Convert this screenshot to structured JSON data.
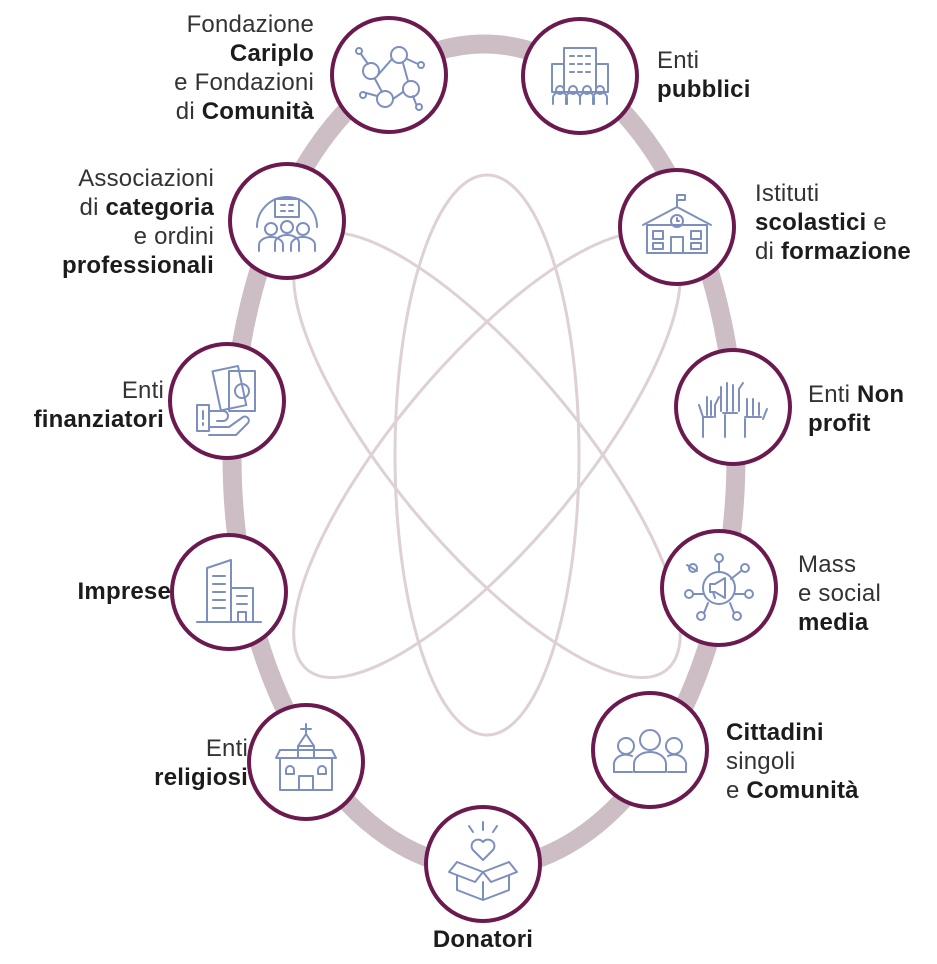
{
  "colors": {
    "ring": "#cdbdc5",
    "orbit": "#ddd0d6",
    "node_border": "#6b1a4f",
    "icon": "#7d8fbf"
  },
  "nodes": [
    {
      "id": "fondazione-cariplo",
      "icon": "network-people-icon",
      "lines": [
        [
          "Fondazione",
          ""
        ],
        [
          "",
          "Cariplo"
        ],
        [
          "e Fondazioni",
          ""
        ],
        [
          "di ",
          "Comunità"
        ]
      ]
    },
    {
      "id": "enti-pubblici",
      "icon": "public-building-icon",
      "lines": [
        [
          "Enti",
          ""
        ],
        [
          "",
          "pubblici"
        ]
      ]
    },
    {
      "id": "associazioni",
      "icon": "professionals-group-icon",
      "lines": [
        [
          "Associazioni",
          ""
        ],
        [
          "di ",
          "categoria"
        ],
        [
          "e ordini",
          ""
        ],
        [
          "",
          "professionali"
        ]
      ]
    },
    {
      "id": "istituti-scolastici",
      "icon": "school-building-icon",
      "lines": [
        [
          "Istituti",
          ""
        ],
        [
          "",
          "scolastici",
          " e"
        ],
        [
          "di ",
          "formazione"
        ]
      ]
    },
    {
      "id": "enti-finanziatori",
      "icon": "money-hand-icon",
      "lines": [
        [
          "Enti",
          ""
        ],
        [
          "",
          "finanziatori"
        ]
      ]
    },
    {
      "id": "enti-non-profit",
      "icon": "raised-hands-icon",
      "lines": [
        [
          "Enti ",
          "Non"
        ],
        [
          "",
          "profit"
        ]
      ]
    },
    {
      "id": "imprese",
      "icon": "office-buildings-icon",
      "lines": [
        [
          "",
          "Imprese"
        ]
      ]
    },
    {
      "id": "mass-social-media",
      "icon": "megaphone-network-icon",
      "lines": [
        [
          "Mass",
          ""
        ],
        [
          "e social",
          ""
        ],
        [
          "",
          "media"
        ]
      ]
    },
    {
      "id": "enti-religiosi",
      "icon": "church-icon",
      "lines": [
        [
          "Enti",
          ""
        ],
        [
          "",
          "religiosi"
        ]
      ]
    },
    {
      "id": "cittadini",
      "icon": "community-people-icon",
      "lines": [
        [
          "",
          "Cittadini"
        ],
        [
          "singoli",
          ""
        ],
        [
          "e ",
          "Comunità"
        ]
      ]
    },
    {
      "id": "donatori",
      "icon": "heart-box-icon",
      "lines": [
        [
          "",
          "Donatori"
        ]
      ]
    }
  ]
}
